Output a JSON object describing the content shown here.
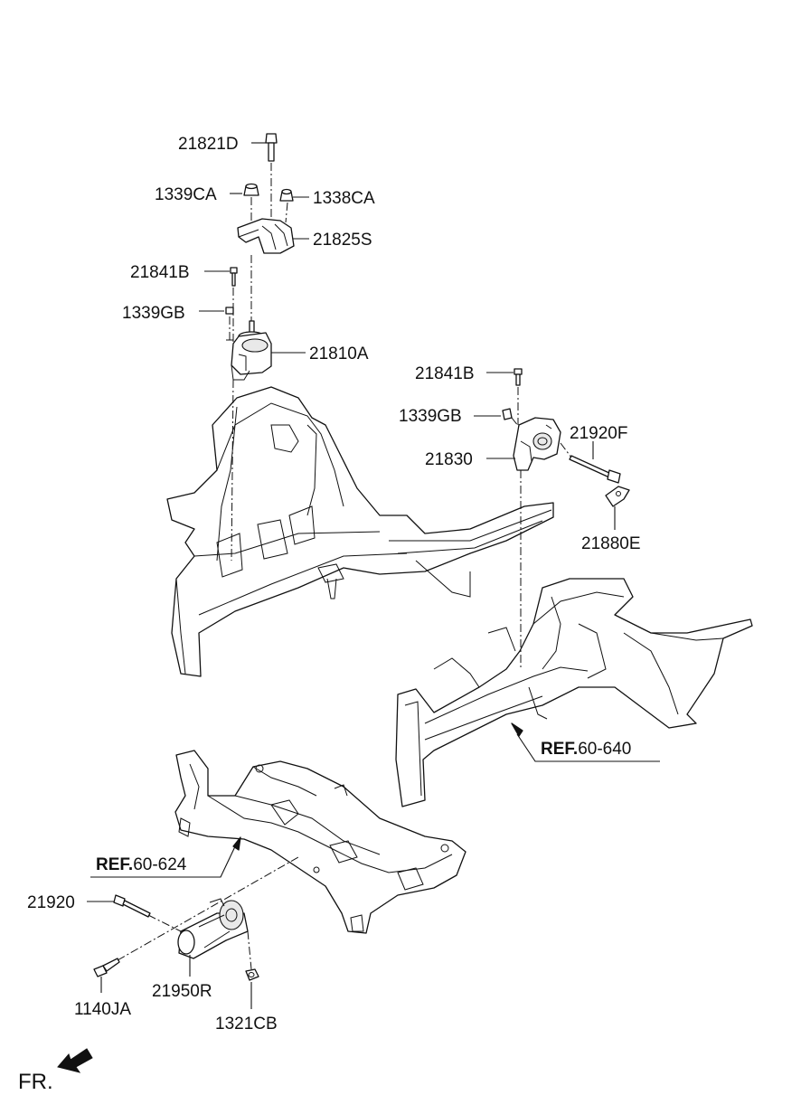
{
  "labels": {
    "p21821D": "21821D",
    "p1339CA": "1339CA",
    "p1338CA": "1338CA",
    "p21825S": "21825S",
    "p21841B_top": "21841B",
    "p1339GB_top": "1339GB",
    "p21810A": "21810A",
    "p21841B_right": "21841B",
    "p1339GB_right": "1339GB",
    "p21920F": "21920F",
    "p21830": "21830",
    "p21880E": "21880E",
    "p21920": "21920",
    "p1140JA": "1140JA",
    "p21950R": "21950R",
    "p1321CB": "1321CB"
  },
  "references": {
    "ref_640": {
      "prefix": "REF.",
      "number": "60-640"
    },
    "ref_624": {
      "prefix": "REF.",
      "number": "60-624"
    }
  },
  "direction": {
    "label": "FR."
  },
  "colors": {
    "line": "#111111",
    "background": "#ffffff"
  }
}
